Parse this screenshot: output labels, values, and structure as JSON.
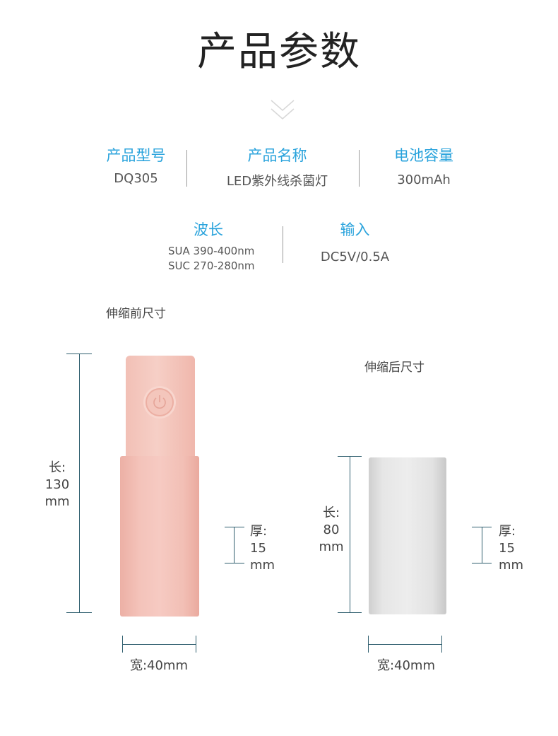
{
  "page_title": "产品参数",
  "specs": {
    "model_label": "产品型号",
    "model_value": "DQ305",
    "name_label": "产品名称",
    "name_value": "LED紫外线杀菌灯",
    "battery_label": "电池容量",
    "battery_value": "300mAh",
    "wavelength_label": "波长",
    "wavelength_sua": "SUA 390-400nm",
    "wavelength_suc": "SUC 270-280nm",
    "input_label": "输入",
    "input_value": "DC5V/0.5A"
  },
  "before": {
    "caption": "伸缩前尺寸",
    "length_label": "长:",
    "length_value": "130",
    "length_unit": "mm",
    "thickness_label": "厚:",
    "thickness_value": "15",
    "thickness_unit": "mm",
    "width": "宽:40mm",
    "color": "#f3b9b0"
  },
  "after": {
    "caption": "伸缩后尺寸",
    "length_label": "长:",
    "length_value": "80",
    "length_unit": "mm",
    "thickness_label": "厚:",
    "thickness_value": "15",
    "thickness_unit": "mm",
    "width": "宽:40mm",
    "color": "#e4e4e4"
  },
  "icons": {
    "scroll_hint": "double-chevron-down-icon",
    "power": "power-icon"
  }
}
